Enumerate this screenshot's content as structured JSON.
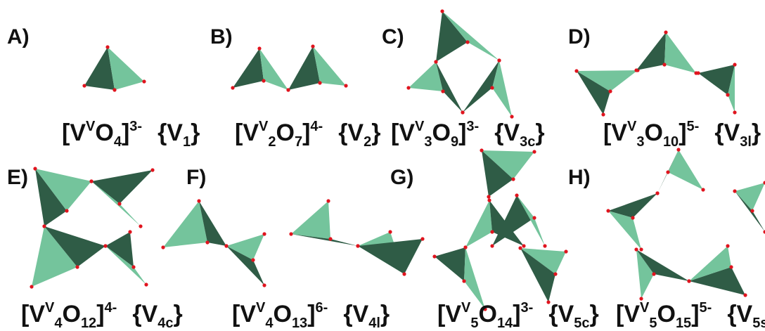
{
  "panels": [
    {
      "id": "A",
      "label": "A)",
      "formula": {
        "metal": "V",
        "ox": "V",
        "n": "",
        "o": "O",
        "o_n": "4",
        "charge": "3-",
        "notation": "V",
        "notation_sub": "1"
      }
    },
    {
      "id": "B",
      "label": "B)",
      "formula": {
        "metal": "V",
        "ox": "V",
        "n": "2",
        "o": "O",
        "o_n": "7",
        "charge": "4-",
        "notation": "V",
        "notation_sub": "2"
      }
    },
    {
      "id": "C",
      "label": "C)",
      "formula": {
        "metal": "V",
        "ox": "V",
        "n": "3",
        "o": "O",
        "o_n": "9",
        "charge": "3-",
        "notation": "V",
        "notation_sub": "3c"
      }
    },
    {
      "id": "D",
      "label": "D)",
      "formula": {
        "metal": "V",
        "ox": "V",
        "n": "3",
        "o": "O",
        "o_n": "10",
        "charge": "5-",
        "notation": "V",
        "notation_sub": "3l"
      }
    },
    {
      "id": "E",
      "label": "E)",
      "formula": {
        "metal": "V",
        "ox": "V",
        "n": "4",
        "o": "O",
        "o_n": "12",
        "charge": "4-",
        "notation": "V",
        "notation_sub": "4c"
      }
    },
    {
      "id": "F",
      "label": "F)",
      "formula": {
        "metal": "V",
        "ox": "V",
        "n": "4",
        "o": "O",
        "o_n": "13",
        "charge": "6-",
        "notation": "V",
        "notation_sub": "4l"
      }
    },
    {
      "id": "G",
      "label": "G)",
      "formula": {
        "metal": "V",
        "ox": "V",
        "n": "5",
        "o": "O",
        "o_n": "14",
        "charge": "3-",
        "notation": "V",
        "notation_sub": "5c"
      }
    },
    {
      "id": "H",
      "label": "H)",
      "formula": {
        "metal": "V",
        "ox": "V",
        "n": "5",
        "o": "O",
        "o_n": "15",
        "charge": "5-",
        "notation": "V",
        "notation_sub": "5s"
      }
    }
  ],
  "colors": {
    "tetra_dark": "#2f5c46",
    "tetra_light": "#74c49c",
    "oxygen_vertex": "#e0141e"
  }
}
